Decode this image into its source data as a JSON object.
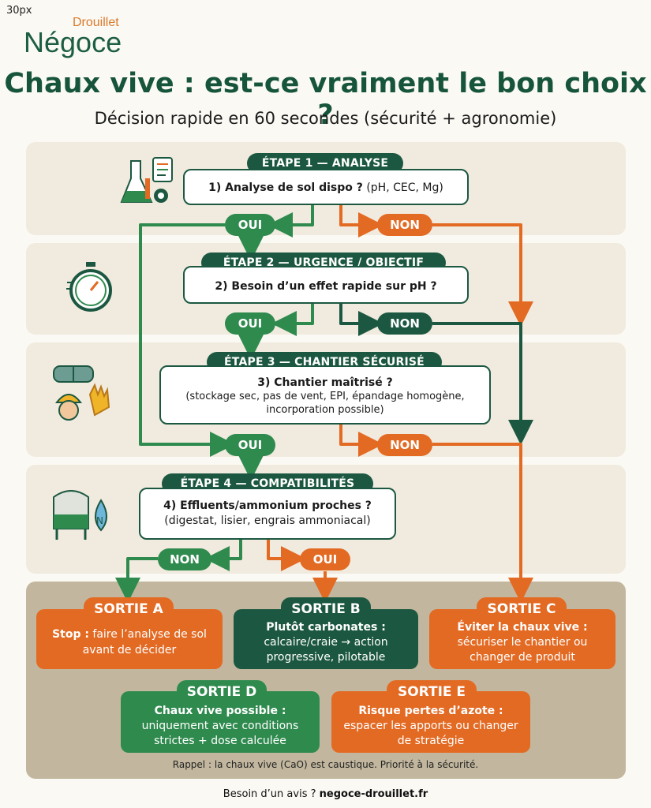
{
  "corner_label": "30px",
  "brand": {
    "top": "Drouillet",
    "main": "Négoce"
  },
  "title": "Chaux vive : est-ce vraiment le bon choix ?",
  "subtitle": "Décision rapide en 60 secondes (sécurité + agronomie)",
  "steps": [
    {
      "header": "ÉTAPE 1 — ANALYSE",
      "question_bold": "1) Analyse de sol dispo ?",
      "question_rest": " (pH, CEC, Mg)",
      "icon": "lab-flask-icon"
    },
    {
      "header": "ÉTAPE 2 — URGENCE / OBJECTIF",
      "question_bold": "2) Besoin d’un effet rapide sur pH ?",
      "icon": "stopwatch-icon"
    },
    {
      "header": "ÉTAPE 3 — CHANTIER SÉCURISÉ",
      "question_bold": "3) Chantier maîtrisé ?",
      "question_detail": "(stockage sec, pas de vent, EPI, épandage homogène, incorporation possible)",
      "icon": "safety-gear-icon"
    },
    {
      "header": "ÉTAPE 4 — COMPATIBILITÉS",
      "question_bold": "4) Effluents/ammonium proches ?",
      "question_detail": "(digestat, lisier, engrais ammoniacal)",
      "icon": "tank-nitrogen-icon"
    }
  ],
  "answers": {
    "oui": "OUI",
    "non": "NON"
  },
  "exits": [
    {
      "tag": "SORTIE A",
      "bold": "Stop :",
      "text": " faire l’analyse de sol avant de décider",
      "color": "#e36a23"
    },
    {
      "tag": "SORTIE B",
      "bold": "Plutôt carbonates :",
      "text": "calcaire/craie → action progressive, pilotable",
      "color": "#1c5841"
    },
    {
      "tag": "SORTIE C",
      "bold": "Éviter la chaux vive :",
      "text": "sécuriser le chantier ou changer de produit",
      "color": "#e36a23"
    },
    {
      "tag": "SORTIE D",
      "bold": "Chaux vive possible :",
      "text": "uniquement avec conditions strictes + dose calculée",
      "color": "#2f8a4e"
    },
    {
      "tag": "SORTIE E",
      "bold": "Risque pertes d’azote :",
      "text": "espacer les apports ou changer de stratégie",
      "color": "#e36a23"
    }
  ],
  "note": "Rappel : la chaux vive (CaO) est caustique. Priorité à la sécurité.",
  "footer": {
    "text": "Besoin d’un avis ? ",
    "link": "negoce-drouillet.fr"
  },
  "colors": {
    "dark_green": "#1c5841",
    "green": "#2f8a4e",
    "orange": "#e36a23",
    "band": "#f1ebdf",
    "exit_band": "#c2b79e"
  }
}
